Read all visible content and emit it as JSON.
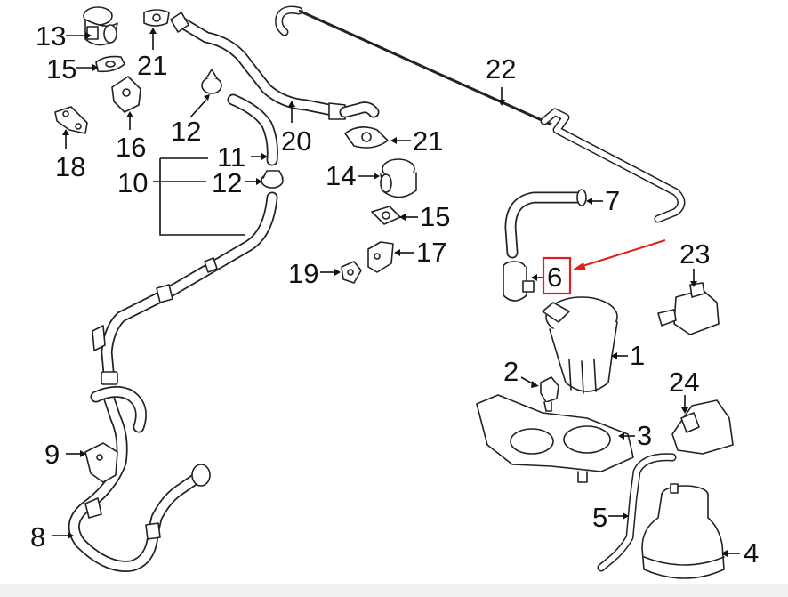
{
  "callouts": [
    {
      "id": "13",
      "label": "13"
    },
    {
      "id": "15a",
      "label": "15"
    },
    {
      "id": "21a",
      "label": "21"
    },
    {
      "id": "16",
      "label": "16"
    },
    {
      "id": "18",
      "label": "18"
    },
    {
      "id": "12a",
      "label": "12"
    },
    {
      "id": "11",
      "label": "11"
    },
    {
      "id": "10",
      "label": "10"
    },
    {
      "id": "12b",
      "label": "12"
    },
    {
      "id": "20",
      "label": "20"
    },
    {
      "id": "21b",
      "label": "21"
    },
    {
      "id": "14",
      "label": "14"
    },
    {
      "id": "15b",
      "label": "15"
    },
    {
      "id": "17",
      "label": "17"
    },
    {
      "id": "19",
      "label": "19"
    },
    {
      "id": "22",
      "label": "22"
    },
    {
      "id": "7",
      "label": "7"
    },
    {
      "id": "6",
      "label": "6"
    },
    {
      "id": "23",
      "label": "23"
    },
    {
      "id": "1",
      "label": "1"
    },
    {
      "id": "2",
      "label": "2"
    },
    {
      "id": "24",
      "label": "24"
    },
    {
      "id": "3",
      "label": "3"
    },
    {
      "id": "9",
      "label": "9"
    },
    {
      "id": "5",
      "label": "5"
    },
    {
      "id": "8",
      "label": "8"
    },
    {
      "id": "4",
      "label": "4"
    }
  ],
  "highlight": {
    "callout_id": "6",
    "color": "#e0201b"
  }
}
